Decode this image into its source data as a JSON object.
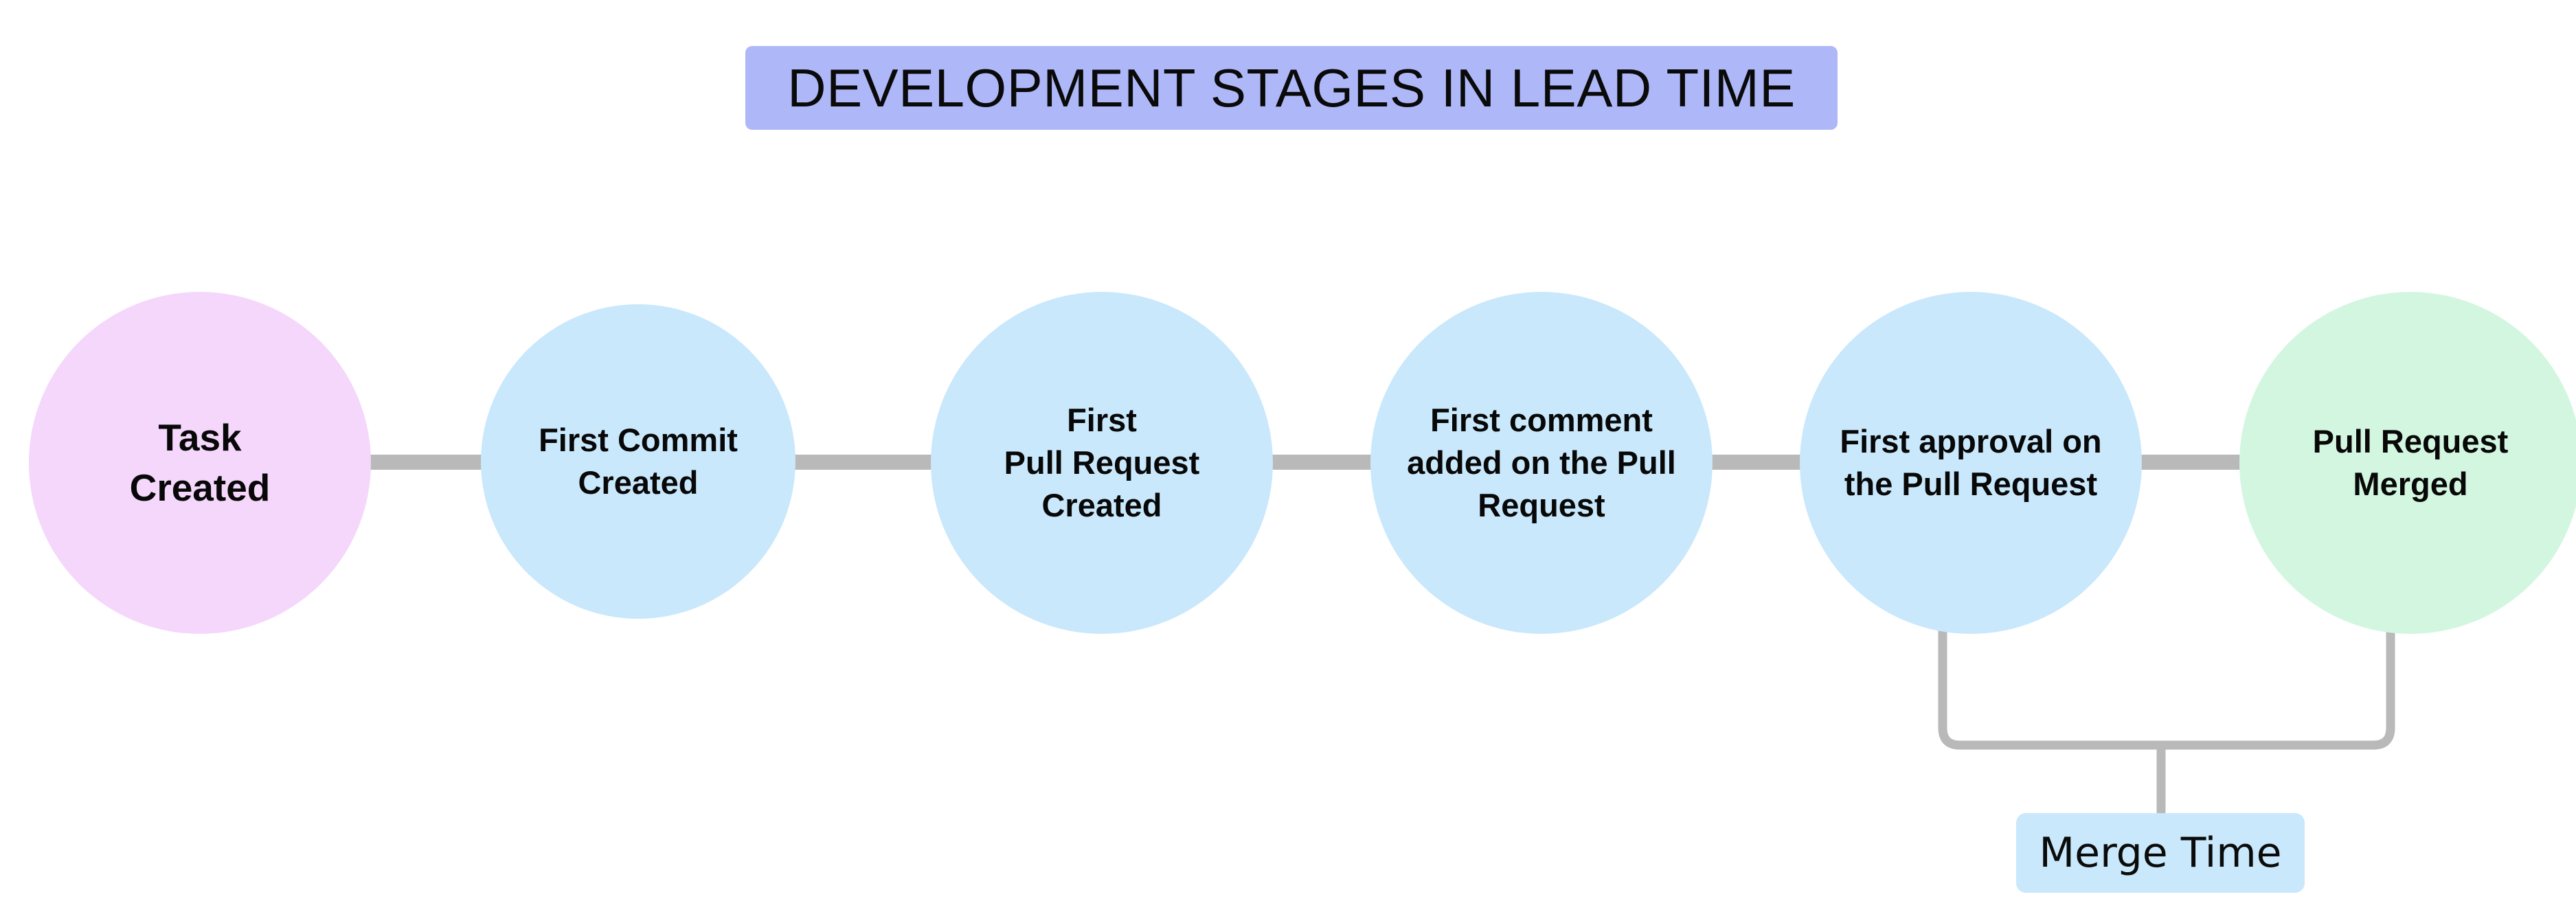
{
  "header": {
    "title": "DEVELOPMENT STAGES IN LEAD TIME",
    "banner_color": "#aeb8f8"
  },
  "colors": {
    "start_circle": "#f4d7fb",
    "stage_circle": "#c9e8fc",
    "end_circle": "#d3f6e0",
    "connector": "#b9b9b9",
    "chip": "#c9e8fc",
    "text": "#080808"
  },
  "diagram": {
    "type": "process-flow",
    "orientation": "horizontal",
    "stages": [
      {
        "id": "task-created",
        "label": "Task\nCreated",
        "color": "#f4d7fb",
        "order": 1,
        "font_size": 55
      },
      {
        "id": "first-commit-created",
        "label": "First Commit\nCreated",
        "color": "#c9e8fc",
        "order": 2,
        "font_size": 47
      },
      {
        "id": "first-pull-request-created",
        "label": "First\nPull Request\nCreated",
        "color": "#c9e8fc",
        "order": 3,
        "font_size": 47
      },
      {
        "id": "first-comment-on-pull-request",
        "label": "First comment\nadded on the Pull\nRequest",
        "color": "#c9e8fc",
        "order": 4,
        "font_size": 47
      },
      {
        "id": "first-approval-on-pull-request",
        "label": "First approval on\nthe Pull Request",
        "color": "#c9e8fc",
        "order": 5,
        "font_size": 47
      },
      {
        "id": "pull-request-merged",
        "label": "Pull Request\nMerged",
        "color": "#d3f6e0",
        "order": 6,
        "font_size": 47
      }
    ],
    "annotations": [
      {
        "id": "merge-time",
        "label": "Merge Time",
        "spans_from": "first-approval-on-pull-request",
        "spans_to": "pull-request-merged",
        "color": "#c9e8fc"
      }
    ]
  }
}
